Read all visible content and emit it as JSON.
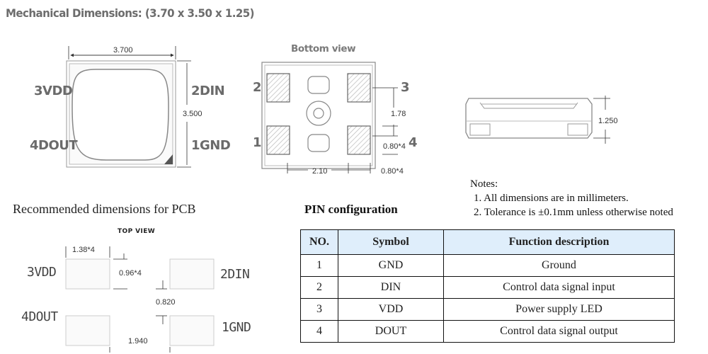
{
  "title": "Mechanical Dimensions: (3.70 x 3.50 x 1.25)",
  "top_view": {
    "width_dim": "3.700",
    "height_dim": "3.500",
    "pins": {
      "tl": "3VDD",
      "tr": "2DIN",
      "bl": "4DOUT",
      "br": "1GND"
    }
  },
  "bottom_view": {
    "heading": "Bottom view",
    "pin_nums": {
      "tl": "2",
      "tr": "3",
      "bl": "1",
      "br": "4"
    },
    "dim_pitch_v": "1.78",
    "dim_pad_right": "0.80*4",
    "dim_pitch_h": "2.10",
    "dim_pad_bottom": "0.80*4"
  },
  "side_view": {
    "height_dim": "1.250"
  },
  "notes": {
    "heading": "Notes:",
    "line1": "1. All dimensions are in millimeters.",
    "line2": "2. Tolerance is ±0.1mm unless otherwise noted"
  },
  "pcb": {
    "title": "Recommended dimensions for PCB",
    "view_label": "TOP VIEW",
    "pad_width": "1.38*4",
    "pad_height": "0.96*4",
    "gap_v": "0.820",
    "pitch_h": "1.940",
    "labels": {
      "tl": "3VDD",
      "tr": "2DIN",
      "bl": "4DOUT",
      "br": "1GND"
    }
  },
  "pin_table": {
    "title": "PIN configuration",
    "headers": {
      "no": "NO.",
      "symbol": "Symbol",
      "func": "Function description"
    },
    "rows": [
      {
        "no": "1",
        "symbol": "GND",
        "func": "Ground"
      },
      {
        "no": "2",
        "symbol": "DIN",
        "func": "Control data signal input"
      },
      {
        "no": "3",
        "symbol": "VDD",
        "func": "Power supply LED"
      },
      {
        "no": "4",
        "symbol": "DOUT",
        "func": "Control data signal output"
      }
    ]
  }
}
